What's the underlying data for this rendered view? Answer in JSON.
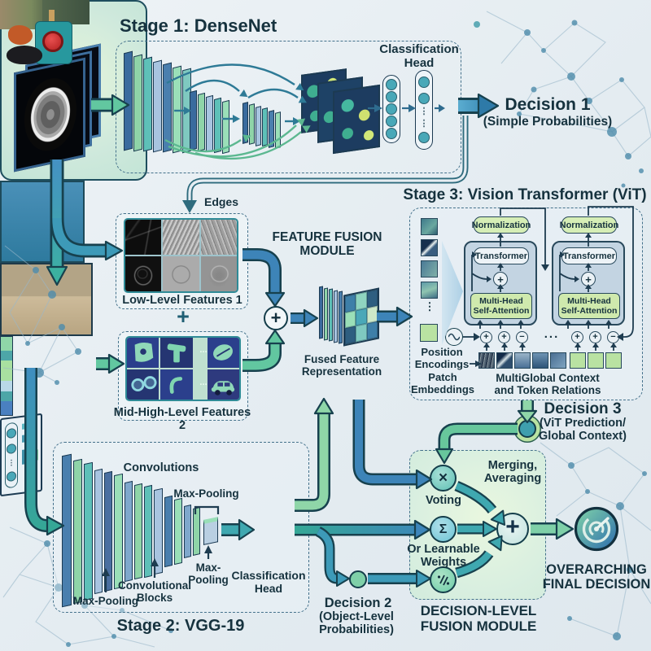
{
  "stage1": {
    "title": "Stage 1: DenseNet",
    "head_line1": "Classification",
    "head_line2": "Head",
    "head_dots": "⋮"
  },
  "decision1": {
    "title": "Decision 1",
    "subtitle": "(Simple Probabilities)"
  },
  "features": {
    "edges": "Edges",
    "low_label": "Low-Level Features 1",
    "plus": "+",
    "mid_label": "Mid-High-Level Features 2",
    "mid_dots": "..."
  },
  "ffm": {
    "title1": "FEATURE FUSION",
    "title2": "MODULE",
    "plus": "+",
    "fused1": "Fused Feature",
    "fused2": "Representation"
  },
  "vit": {
    "title": "Stage 3: Vision Transformer (ViT)",
    "normalization": "Normalization",
    "transformer": "Transformer",
    "mhsa1": "Multi-Head",
    "mhsa2": "Self-Attention",
    "block_plus": "+",
    "op_plus": "+",
    "op_minus": "−",
    "row_dots": "...",
    "col_dots": "⋮",
    "pos1": "Position",
    "pos2": "Encodings",
    "patch1": "Patch",
    "patch2": "Embeddings",
    "ctx1": "MultiGlobal Context",
    "ctx2": "and Token Relations"
  },
  "decision3": {
    "title": "Decision 3",
    "sub1": "(ViT Prediction/",
    "sub2": "Global Context)"
  },
  "vgg": {
    "title": "Stage 2: VGG-19",
    "convolutions": "Convolutions",
    "maxpool_top": "Max-Pooling",
    "maxpool_left": "Max-Pooling",
    "convblocks1": "Convolutional",
    "convblocks2": "Blocks",
    "maxpool_mid1": "Max-",
    "maxpool_mid2": "Pooling",
    "head1": "Classification",
    "head2": "Head",
    "head_dots": "⋮"
  },
  "decision2": {
    "title": "Decision 2",
    "sub1": "(Object-Level",
    "sub2": "Probabilities)"
  },
  "fusion": {
    "title1": "DECISION-LEVEL",
    "title2": "FUSION MODULE",
    "voting": "Voting",
    "times": "×",
    "sigma": "Σ",
    "plus": "+",
    "weights1": "Or Learnable",
    "weights2": "Weights",
    "merging1": "Merging,",
    "merging2": "Averaging"
  },
  "final_decision": {
    "line1": "OVERARCHING",
    "line2": "FINAL DECISION"
  },
  "colors": {
    "pipe_blue": "#3d84b8",
    "pipe_teal": "#3fa8b0",
    "pipe_green": "#67c79c",
    "pipe_light_green": "#8fd6a8",
    "outline_dark": "#17414e",
    "box_border": "#44718b",
    "green_pill": "#d6eeb6",
    "mhsa_green": "#cfe9ad",
    "decision_node": "#3e9fae",
    "background": "#e8eff3"
  }
}
